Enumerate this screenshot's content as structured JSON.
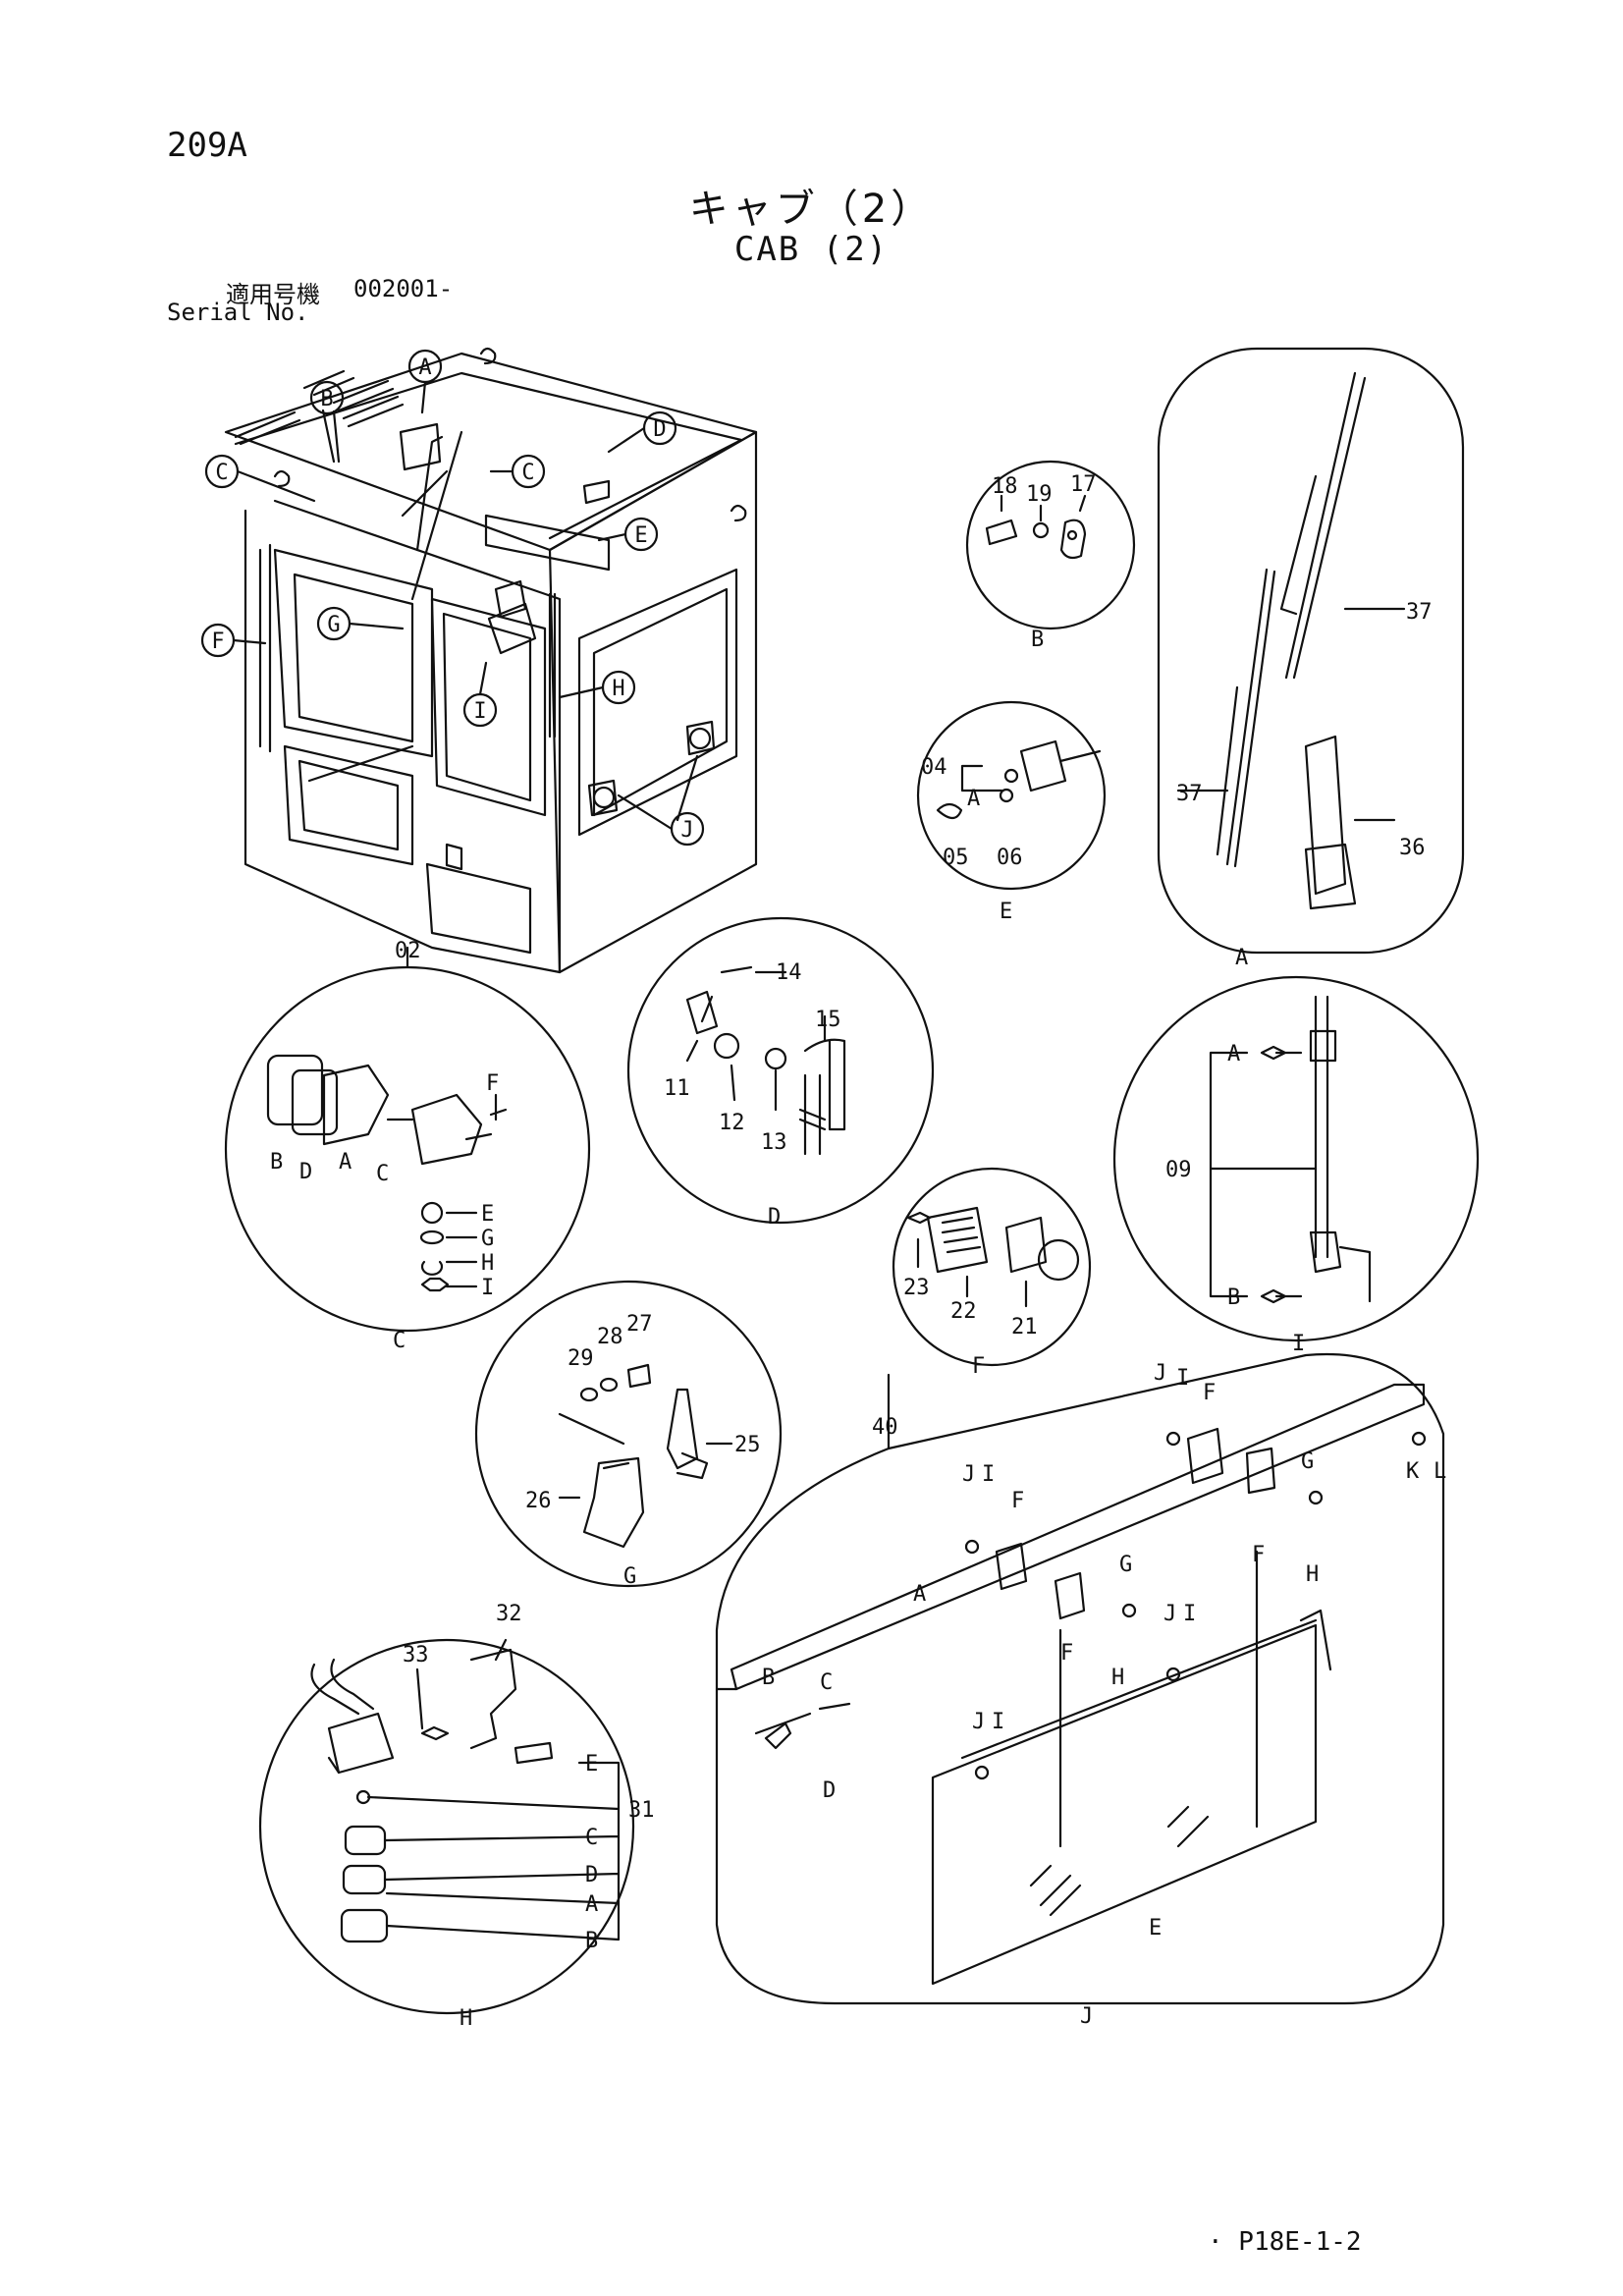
{
  "header": {
    "page_number": "209A",
    "title_jp": "キャブ（2）",
    "title_en": "CAB (2)",
    "serial_label_jp": "適用号機",
    "serial_value": "002001-",
    "serial_label_en": "Serial No."
  },
  "footer": {
    "reference": "· P18E-1-2"
  },
  "callouts": {
    "cab": [
      "A",
      "B",
      "C",
      "C",
      "D",
      "E",
      "F",
      "G",
      "H",
      "I",
      "J"
    ],
    "detail_b": [
      "18",
      "19",
      "17",
      "B"
    ],
    "detail_e": [
      "04",
      "A",
      "05",
      "06",
      "E"
    ],
    "detail_a": [
      "37",
      "37",
      "36",
      "A"
    ],
    "detail_c": [
      "02",
      "F",
      "B",
      "D",
      "A",
      "C",
      "E",
      "G",
      "H",
      "I",
      "C"
    ],
    "detail_d": [
      "14",
      "15",
      "11",
      "12",
      "13",
      "D"
    ],
    "detail_i": [
      "A",
      "09",
      "B",
      "I"
    ],
    "detail_f": [
      "23",
      "22",
      "21",
      "F"
    ],
    "detail_g": [
      "29",
      "28",
      "27",
      "25",
      "26",
      "G"
    ],
    "detail_j": [
      "40",
      "J",
      "I",
      "F",
      "K",
      "L",
      "G",
      "F",
      "H",
      "J",
      "I",
      "F",
      "G",
      "F",
      "H",
      "J",
      "I",
      "A",
      "C",
      "B",
      "D",
      "J",
      "I",
      "E",
      "J"
    ],
    "detail_h": [
      "33",
      "32",
      "E",
      "31",
      "C",
      "D",
      "A",
      "B",
      "H"
    ]
  }
}
